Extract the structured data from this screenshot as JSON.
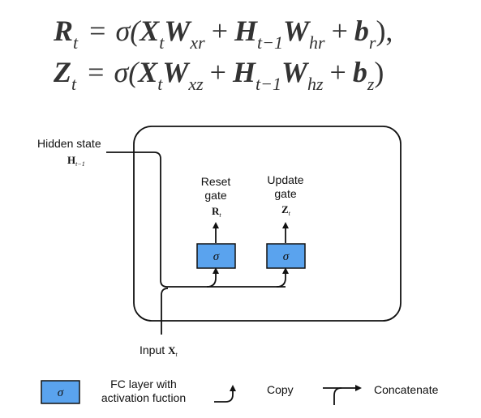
{
  "equations": {
    "r": {
      "lhs": "R",
      "lhs_sub": "t",
      "eq": "=",
      "fn": "σ(",
      "x": "X",
      "x_sub": "t",
      "w1": "W",
      "w1_sub": "xr",
      "plus1": "+",
      "h": "H",
      "h_sub": "t−1",
      "w2": "W",
      "w2_sub": "hr",
      "plus2": "+",
      "b": "b",
      "b_sub": "r",
      "close": "),"
    },
    "z": {
      "lhs": "Z",
      "lhs_sub": "t",
      "eq": "=",
      "fn": "σ(",
      "x": "X",
      "x_sub": "t",
      "w1": "W",
      "w1_sub": "xz",
      "plus1": "+",
      "h": "H",
      "h_sub": "t−1",
      "w2": "W",
      "w2_sub": "hz",
      "plus2": "+",
      "b": "b",
      "b_sub": "z",
      "close": ")"
    }
  },
  "diagram": {
    "hidden_state": {
      "label": "Hidden state",
      "symbol": "H",
      "sub": "t−1"
    },
    "reset_gate": {
      "line1": "Reset",
      "line2": "gate",
      "symbol": "R",
      "sub": "t",
      "fc": "σ"
    },
    "update_gate": {
      "line1": "Update",
      "line2": "gate",
      "symbol": "Z",
      "sub": "t",
      "fc": "σ"
    },
    "input": {
      "label": "Input",
      "symbol": "X",
      "sub": "t"
    }
  },
  "legend": {
    "fc_symbol": "σ",
    "fc_line1": "FC layer with",
    "fc_line2": "activation fuction",
    "copy": "Copy",
    "concatenate": "Concatenate"
  },
  "colors": {
    "fc_fill": "#5aa3ee",
    "stroke": "#111111",
    "equation_text": "#333333"
  }
}
